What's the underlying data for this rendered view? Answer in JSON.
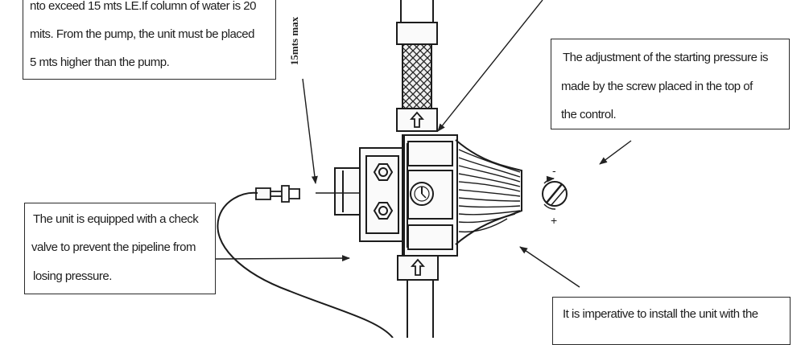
{
  "notes": {
    "top_left": [
      "nto exceed 15 mts LE.If column of water is 20",
      "mits. From the pump, the unit must be placed",
      "5 mts higher than the pump."
    ],
    "top_right": [
      "The adjustment of the starting pressure is",
      "made by the screw placed in the top of",
      "the control."
    ],
    "left": [
      "The unit is equipped with a check",
      "valve to prevent the pipeline from",
      "losing pressure."
    ],
    "bottom_right": [
      "It is imperative to install the unit with the"
    ]
  },
  "dimension_label": "15mts max",
  "screw_signs": {
    "minus": "-",
    "plus": "+"
  }
}
